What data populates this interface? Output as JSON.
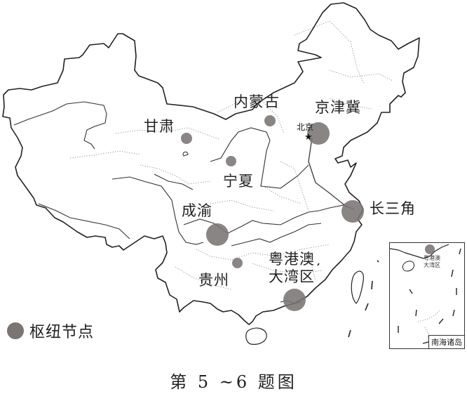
{
  "map": {
    "title_caption": "第 5 ~6 题图",
    "legend": {
      "label": "枢纽节点",
      "symbol": "hub-node-circle",
      "color": "#7a7474"
    },
    "capital": {
      "label": "北京",
      "symbol": "star"
    },
    "regions": [
      {
        "id": "gansu",
        "label": "甘肃"
      },
      {
        "id": "neimenggu",
        "label": "内蒙古"
      },
      {
        "id": "jingjinji",
        "label": "京津冀"
      },
      {
        "id": "ningxia",
        "label": "宁夏"
      },
      {
        "id": "chengyu",
        "label": "成渝"
      },
      {
        "id": "changsanjiao",
        "label": "长三角"
      },
      {
        "id": "guizhou",
        "label": "贵州"
      },
      {
        "id": "yuegangao_line1",
        "label": "粤港澳"
      },
      {
        "id": "yuegangao_line2",
        "label": "大湾区"
      }
    ],
    "inset": {
      "caption": "南海诸岛",
      "label_line1": "粤港澳",
      "label_line2": "大湾区"
    }
  }
}
